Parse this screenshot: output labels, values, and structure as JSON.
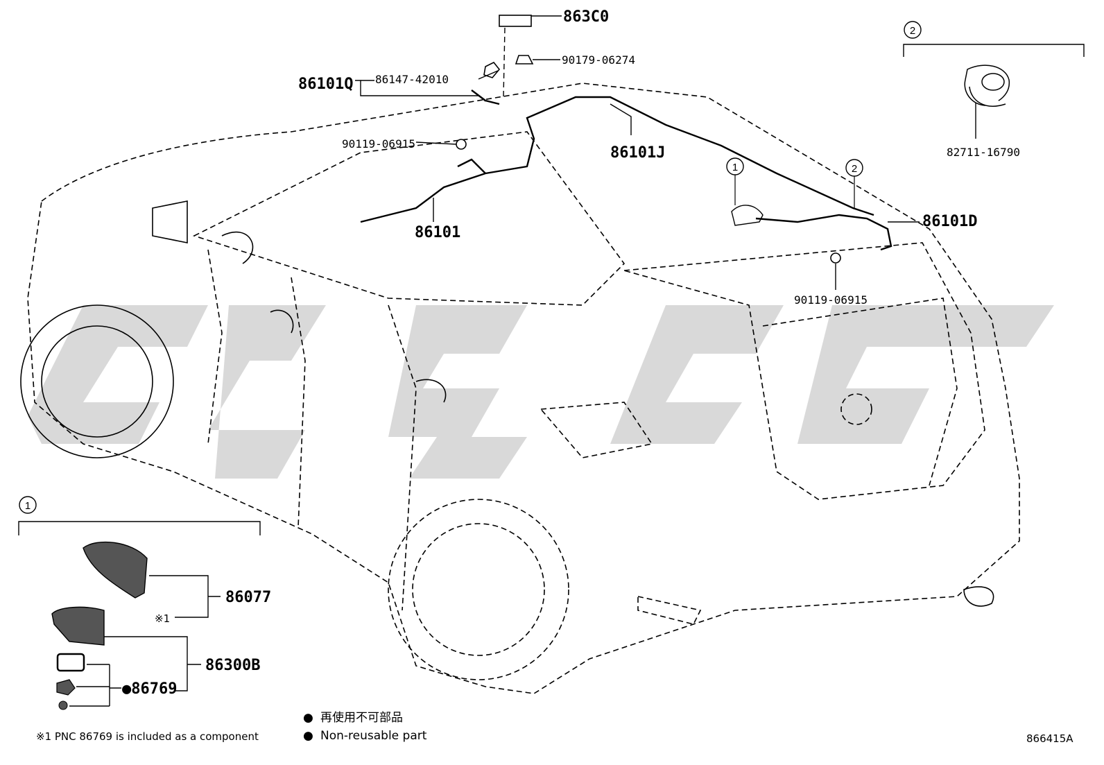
{
  "diagram": {
    "colors": {
      "line": "#000000",
      "watermark": "#d9d9d9",
      "part_fill": "#555555"
    },
    "part_labels": [
      {
        "id": "863C0",
        "text": "863C0"
      },
      {
        "id": "90179-06274",
        "text": "90179-06274"
      },
      {
        "id": "86147-42010",
        "text": "86147-42010"
      },
      {
        "id": "86101Q",
        "text": "86101Q"
      },
      {
        "id": "90119-06915-top",
        "text": "90119-06915"
      },
      {
        "id": "86101J",
        "text": "86101J"
      },
      {
        "id": "86101",
        "text": "86101"
      },
      {
        "id": "86101D",
        "text": "86101D"
      },
      {
        "id": "90119-06915-rear",
        "text": "90119-06915"
      },
      {
        "id": "82711-16790",
        "text": "82711-16790"
      },
      {
        "id": "86077",
        "text": "86077"
      },
      {
        "id": "86300B",
        "text": "86300B"
      },
      {
        "id": "86769",
        "text": "●86769"
      }
    ],
    "callouts": [
      "1",
      "2"
    ],
    "detail_boxes": [
      {
        "id": "detail-1",
        "marker": "1"
      },
      {
        "id": "detail-2",
        "marker": "2"
      }
    ],
    "footnote_marker": "※1",
    "footnote": "※1 PNC 86769 is included as a component",
    "legend": [
      {
        "symbol": "●",
        "text": "再使用不可部品"
      },
      {
        "symbol": "●",
        "text": "Non-reusable part"
      }
    ],
    "figure_id": "866415A"
  }
}
